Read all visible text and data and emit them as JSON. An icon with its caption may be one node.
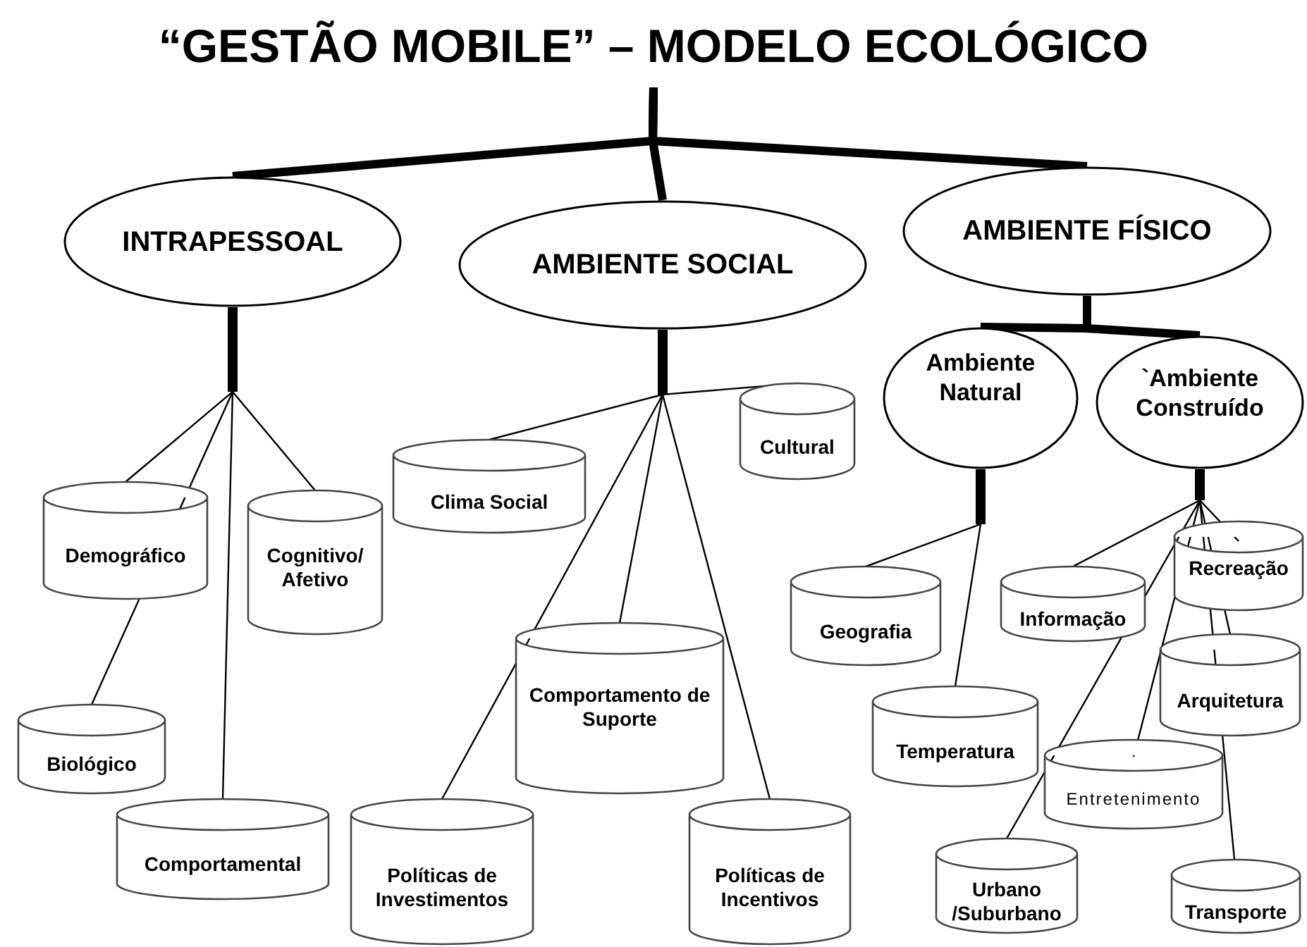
{
  "diagram": {
    "nodes": [
      {
        "text": [
          "“GESTÃO MOBILE” – MODELO ECOLÓGICO"
        ]
      },
      {
        "text": [
          "INTRAPESSOAL"
        ]
      },
      {
        "text": [
          "AMBIENTE SOCIAL"
        ]
      },
      {
        "text": [
          "AMBIENTE FÍSICO"
        ]
      },
      {
        "text": [
          "Ambiente Natural"
        ]
      },
      {
        "text": [
          "`Ambiente Construído"
        ]
      },
      {
        "text": [
          "Demográfico"
        ]
      },
      {
        "text": [
          "Cognitivo/ Afetivo"
        ]
      },
      {
        "text": [
          "Biológico"
        ]
      },
      {
        "text": [
          "Comportamental"
        ]
      },
      {
        "text": [
          "Clima Social"
        ]
      },
      {
        "text": [
          "Cultural"
        ]
      },
      {
        "text": [
          "Comportamento de Suporte"
        ]
      },
      {
        "text": [
          "Políticas de Investimentos"
        ]
      },
      {
        "text": [
          "Políticas de Incentivos"
        ]
      },
      {
        "text": [
          "Geografia"
        ]
      },
      {
        "text": [
          "Temperatura"
        ]
      },
      {
        "text": [
          "Informação"
        ]
      },
      {
        "text": [
          "Recreação"
        ]
      },
      {
        "text": [
          "Arquitetura"
        ]
      },
      {
        "text": [
          "Entretenimento"
        ]
      },
      {
        "text": [
          "Urbano /Suburbano"
        ]
      },
      {
        "text": [
          "Transporte"
        ]
      }
    ],
    "edges": [
      {
        "from": 0,
        "to": 1,
        "arrow": "none",
        "style": "thick"
      },
      {
        "from": 0,
        "to": 2,
        "arrow": "none",
        "style": "thick"
      },
      {
        "from": 0,
        "to": 3,
        "arrow": "none",
        "style": "thick"
      },
      {
        "from": 3,
        "to": 4,
        "arrow": "none",
        "style": "thick"
      },
      {
        "from": 3,
        "to": 5,
        "arrow": "none",
        "style": "thick"
      },
      {
        "from": 1,
        "to": 6,
        "arrow": "none"
      },
      {
        "from": 1,
        "to": 7,
        "arrow": "none"
      },
      {
        "from": 1,
        "to": 8,
        "arrow": "none"
      },
      {
        "from": 1,
        "to": 9,
        "arrow": "none"
      },
      {
        "from": 2,
        "to": 10,
        "arrow": "none"
      },
      {
        "from": 2,
        "to": 11,
        "arrow": "none"
      },
      {
        "from": 2,
        "to": 12,
        "arrow": "none"
      },
      {
        "from": 2,
        "to": 13,
        "arrow": "none"
      },
      {
        "from": 2,
        "to": 14,
        "arrow": "none"
      },
      {
        "from": 4,
        "to": 15,
        "arrow": "none"
      },
      {
        "from": 4,
        "to": 16,
        "arrow": "none"
      },
      {
        "from": 5,
        "to": 17,
        "arrow": "none"
      },
      {
        "from": 5,
        "to": 18,
        "arrow": "none"
      },
      {
        "from": 5,
        "to": 19,
        "arrow": "none"
      },
      {
        "from": 5,
        "to": 20,
        "arrow": "none"
      },
      {
        "from": 5,
        "to": 21,
        "arrow": "none"
      },
      {
        "from": 5,
        "to": 22,
        "arrow": "none"
      }
    ]
  }
}
